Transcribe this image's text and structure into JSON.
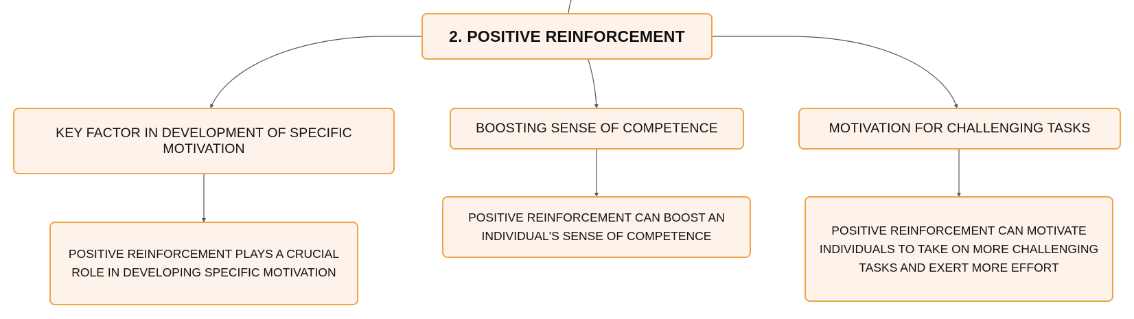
{
  "diagram": {
    "root": {
      "label": "2. POSITIVE REINFORCEMENT"
    },
    "branches": [
      {
        "label": "KEY FACTOR IN DEVELOPMENT OF SPECIFIC MOTIVATION",
        "detail": "POSITIVE REINFORCEMENT PLAYS A CRUCIAL ROLE IN DEVELOPING SPECIFIC MOTIVATION"
      },
      {
        "label": "BOOSTING SENSE OF COMPETENCE",
        "detail": "POSITIVE REINFORCEMENT CAN BOOST AN INDIVIDUAL'S SENSE OF COMPETENCE"
      },
      {
        "label": "MOTIVATION FOR CHALLENGING TASKS",
        "detail": "POSITIVE REINFORCEMENT CAN MOTIVATE INDIVIDUALS TO TAKE ON MORE CHALLENGING TASKS AND EXERT MORE EFFORT"
      }
    ]
  },
  "colors": {
    "node_fill": "#fdf3ea",
    "node_border": "#f0a347",
    "connector": "#555555",
    "text": "#111111"
  }
}
